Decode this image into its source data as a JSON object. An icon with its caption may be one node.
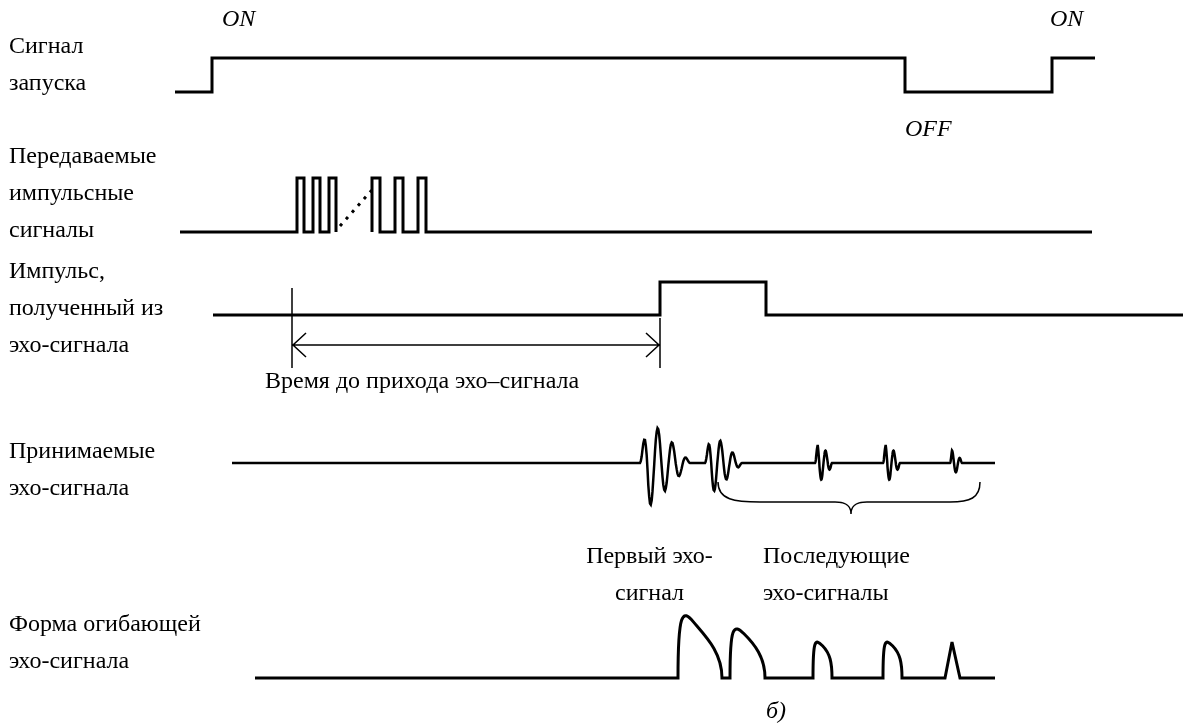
{
  "diagram": {
    "caption": "б)",
    "labels": [
      "ON",
      "ON",
      "Сигнал запуска",
      "OFF",
      "Передаваемые импульсные сигналы",
      "Импульс, полученный из эхо-сигнала",
      "Время до прихода эхо–сигнала",
      "Принимаемые эхо-сигнала",
      "Первый эхо-сигнал",
      "Последующие эхо-сигналы",
      "Форма огибающей эхо-сигнала"
    ]
  }
}
